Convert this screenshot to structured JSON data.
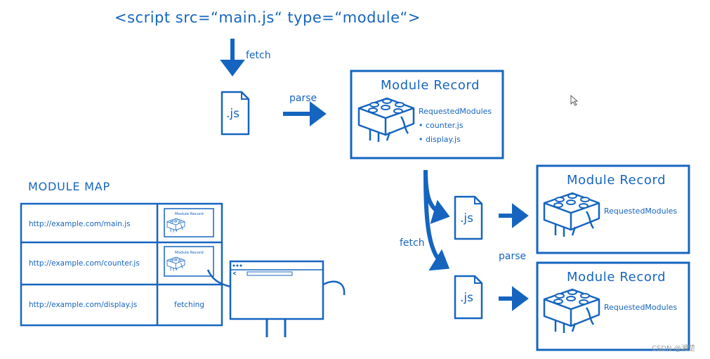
{
  "diagram": {
    "script_tag": "<script src=“main.js“ type=“module“>",
    "fetch_label": "fetch",
    "parse_label": "parse",
    "file_label": ".js",
    "module_record": {
      "title": "Module Record",
      "requested_label": "RequestedModules",
      "items": [
        "counter.js",
        "display.js"
      ]
    },
    "module_map": {
      "title": "MODULE MAP",
      "rows": [
        {
          "url": "http://example.com/main.js",
          "status": "Module Record"
        },
        {
          "url": "http://example.com/counter.js",
          "status": "Module Record"
        },
        {
          "url": "http://example.com/display.js",
          "status": "fetching"
        }
      ]
    },
    "watermark": "CSDN @湘楚"
  },
  "colors": {
    "primary": "#1565c0",
    "background": "#ffffff",
    "watermark": "#9a9a9a"
  }
}
